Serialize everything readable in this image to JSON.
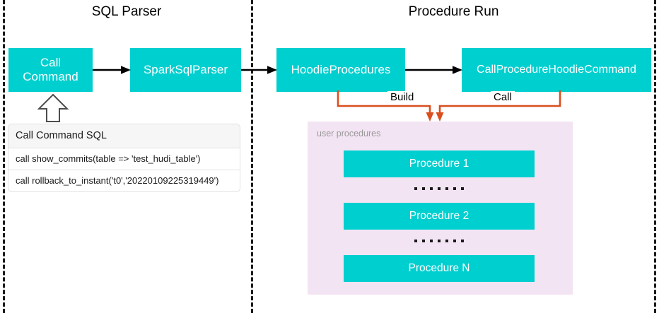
{
  "diagram": {
    "sections": [
      {
        "id": "sql-parser",
        "title": "SQL Parser"
      },
      {
        "id": "procedure-run",
        "title": "Procedure Run"
      }
    ],
    "nodes": [
      {
        "id": "call-command",
        "label": "Call\nCommand"
      },
      {
        "id": "spark-sql-parser",
        "label": "SparkSqlParser"
      },
      {
        "id": "hoodie-procedures",
        "label": "HoodieProcedures"
      },
      {
        "id": "call-procedure-hoodie-cmd",
        "label": "CallProcedureHoodieCommand"
      }
    ],
    "connector_labels": {
      "build": "Build",
      "call": "Call"
    },
    "sql_table": {
      "header": "Call Command SQL",
      "rows": [
        "call show_commits(table => 'test_hudi_table')",
        "call rollback_to_instant('t0','20220109225319449')"
      ]
    },
    "user_procedures": {
      "caption": "user procedures",
      "items": [
        {
          "id": "procedure-1",
          "label": "Procedure 1"
        },
        {
          "id": "procedure-2",
          "label": "Procedure 2"
        },
        {
          "id": "procedure-n",
          "label": "Procedure N"
        }
      ],
      "ellipsis_dot_count": 7
    },
    "colors": {
      "node_fill": "#00CFCF",
      "node_text": "#FFFFFF",
      "connector_orange": "#D94F1E",
      "panel_purple": "#F3E4F3",
      "divider": "#1A1A1A",
      "flow_arrow": "#000000",
      "caption_gray": "#9A9A9A"
    }
  }
}
